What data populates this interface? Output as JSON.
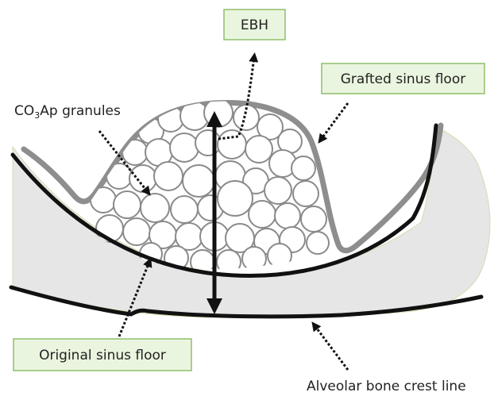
{
  "labels": {
    "ebh": "EBH",
    "grafted_sinus_floor": "Grafted sinus floor",
    "co3ap_prefix": "CO",
    "co3ap_sub": "3",
    "co3ap_suffix": "Ap granules",
    "original_sinus_floor": "Original sinus floor",
    "alveolar_crest": "Alveolar bone crest line"
  },
  "colors": {
    "label_box_fill": "#eaf5df",
    "label_box_stroke": "#8fbf6a",
    "bone_fill": "#e6e6e6",
    "graft_outline": "#8e8e8e",
    "granule_fill": "#ffffff",
    "granule_stroke": "#8a8a8a",
    "line": "#111111"
  }
}
